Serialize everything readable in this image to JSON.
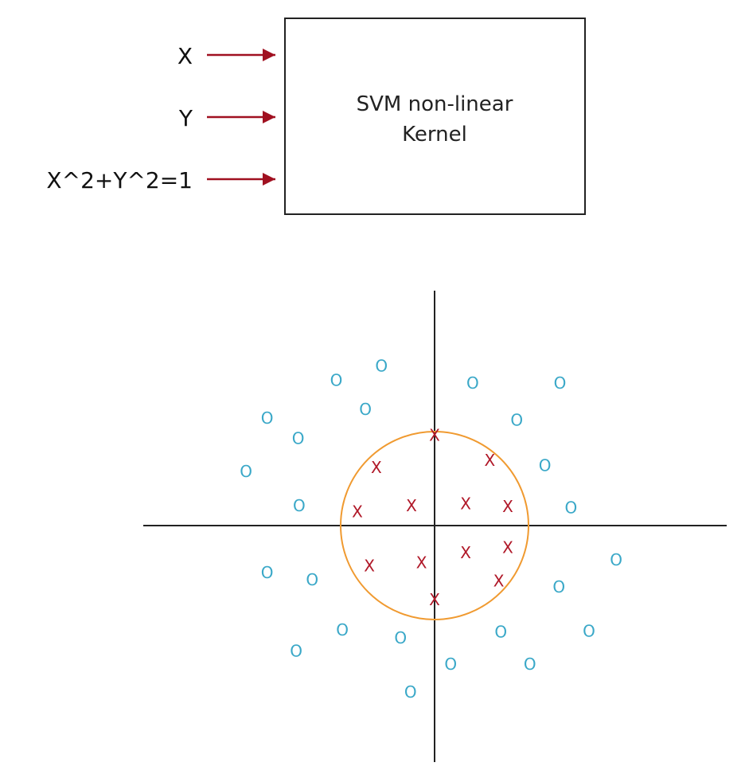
{
  "diagram": {
    "inputs": [
      {
        "label": "X"
      },
      {
        "label": "Y"
      },
      {
        "label": "X^2+Y^2=1"
      }
    ],
    "box": {
      "line1": "SVM non-linear",
      "line2": "Kernel"
    },
    "colors": {
      "arrow": "#a01020",
      "box_border": "#222222",
      "axes": "#222222",
      "circle": "#f09a30",
      "class_o": "#3aa8c8",
      "class_x": "#b01828"
    }
  },
  "scatter": {
    "o_label": "O",
    "x_label": "X",
    "boundary": "circle",
    "points_o": [
      [
        -0.53,
        1.59
      ],
      [
        -0.98,
        1.45
      ],
      [
        -0.69,
        1.16
      ],
      [
        -1.67,
        1.07
      ],
      [
        -1.36,
        0.87
      ],
      [
        -1.88,
        0.54
      ],
      [
        -1.35,
        0.2
      ],
      [
        0.38,
        1.42
      ],
      [
        1.25,
        1.42
      ],
      [
        0.82,
        1.05
      ],
      [
        1.1,
        0.6
      ],
      [
        1.36,
        0.18
      ],
      [
        -1.67,
        -0.47
      ],
      [
        -1.22,
        -0.54
      ],
      [
        -0.92,
        -1.04
      ],
      [
        -1.38,
        -1.25
      ],
      [
        -0.34,
        -1.12
      ],
      [
        -0.24,
        -1.66
      ],
      [
        0.16,
        -1.38
      ],
      [
        0.66,
        -1.06
      ],
      [
        0.95,
        -1.38
      ],
      [
        1.24,
        -0.61
      ],
      [
        1.81,
        -0.34
      ],
      [
        1.54,
        -1.05
      ]
    ],
    "points_x": [
      [
        -0.58,
        0.58
      ],
      [
        -0.77,
        0.14
      ],
      [
        -0.23,
        0.2
      ],
      [
        0.31,
        0.22
      ],
      [
        0.55,
        0.65
      ],
      [
        0.73,
        0.19
      ],
      [
        -0.65,
        -0.4
      ],
      [
        -0.13,
        -0.37
      ],
      [
        0.31,
        -0.27
      ],
      [
        0.73,
        -0.22
      ],
      [
        0.64,
        -0.55
      ],
      [
        0.0,
        -0.74
      ],
      [
        0.0,
        0.9
      ]
    ]
  }
}
